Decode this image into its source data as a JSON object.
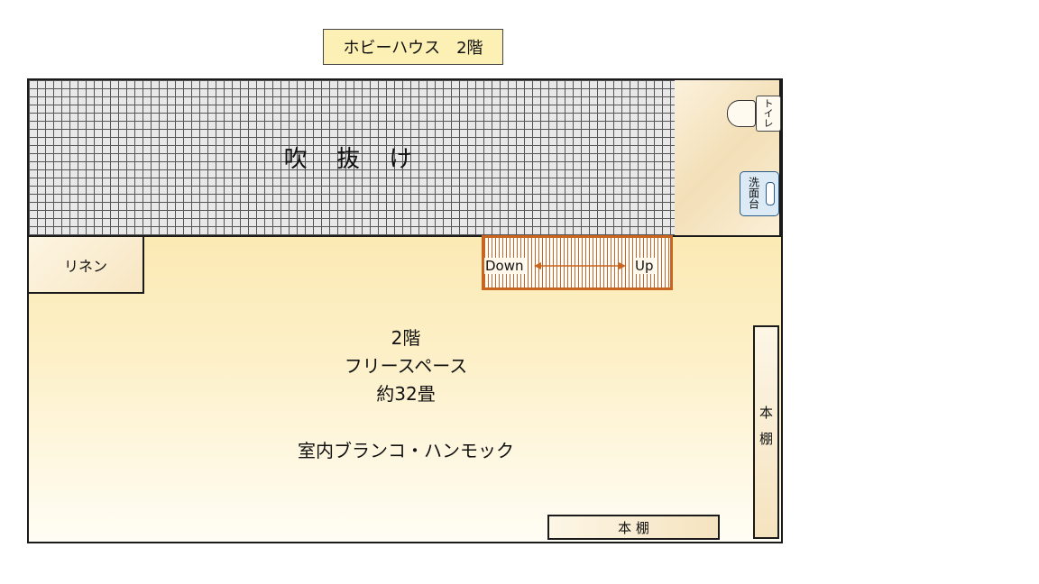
{
  "title": "ホビーハウス　2階",
  "rooms": {
    "void": {
      "label": "吹 抜 け"
    },
    "toilet": {
      "label": "トイレ"
    },
    "washbasin": {
      "label": "洗面台"
    },
    "linen": {
      "label": "リネン"
    },
    "stairs": {
      "down_label": "Down",
      "up_label": "Up"
    },
    "free_space": {
      "floor": "2階",
      "name": "フリースペース",
      "size": "約32畳",
      "feature": "室内ブランコ・ハンモック"
    },
    "bookshelf_right": {
      "label": "本棚"
    },
    "bookshelf_bottom": {
      "label": "本 棚"
    }
  },
  "colors": {
    "floor": "#fbe29a",
    "stairs": "#c8651e",
    "title_bg": "#fdf0b4",
    "sink": "#2a5a88"
  }
}
